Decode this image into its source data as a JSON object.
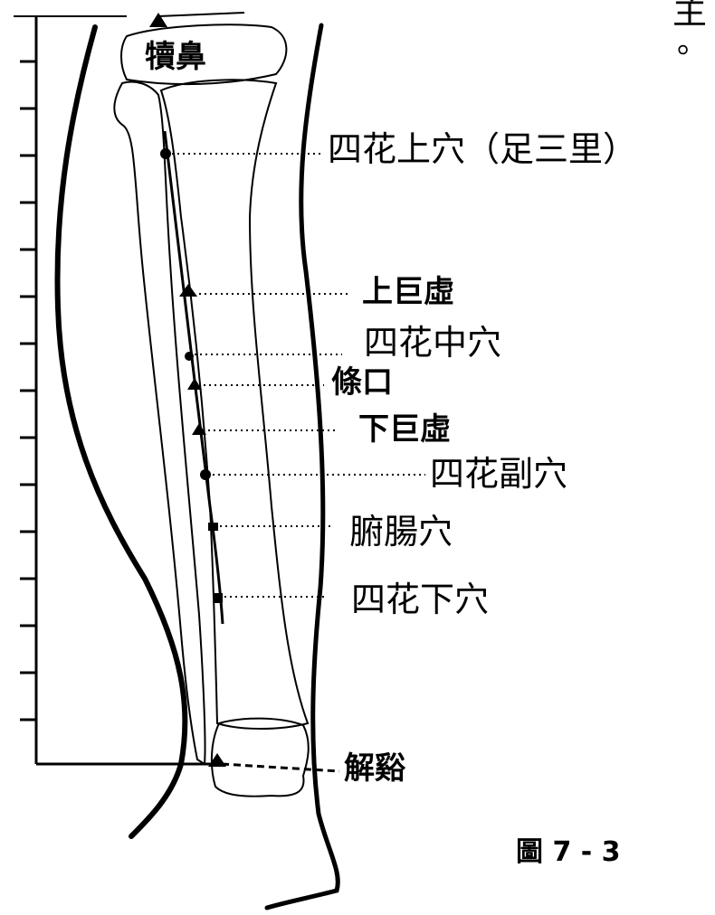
{
  "header": {
    "fragment_char": "主",
    "fragment_mark": "。"
  },
  "diagram": {
    "top_label": "犢鼻",
    "points": [
      {
        "id": "sihua-shang",
        "label": "四花上穴（足三里）",
        "marker": "dot"
      },
      {
        "id": "shangjuxu",
        "label": "上巨虛",
        "marker": "triangle"
      },
      {
        "id": "sihua-zhong",
        "label": "四花中穴",
        "marker": "dot"
      },
      {
        "id": "tiaokou",
        "label": "條口",
        "marker": "triangle"
      },
      {
        "id": "xiajuxu",
        "label": "下巨虛",
        "marker": "triangle"
      },
      {
        "id": "sihua-fu",
        "label": "四花副穴",
        "marker": "dot"
      },
      {
        "id": "fuchang",
        "label": "腑腸穴",
        "marker": "square"
      },
      {
        "id": "sihua-xia",
        "label": "四花下穴",
        "marker": "square"
      }
    ],
    "bottom_label": "解谿"
  },
  "caption": "圖 7 - 3",
  "colors": {
    "ink": "#000000",
    "paper": "#ffffff"
  }
}
